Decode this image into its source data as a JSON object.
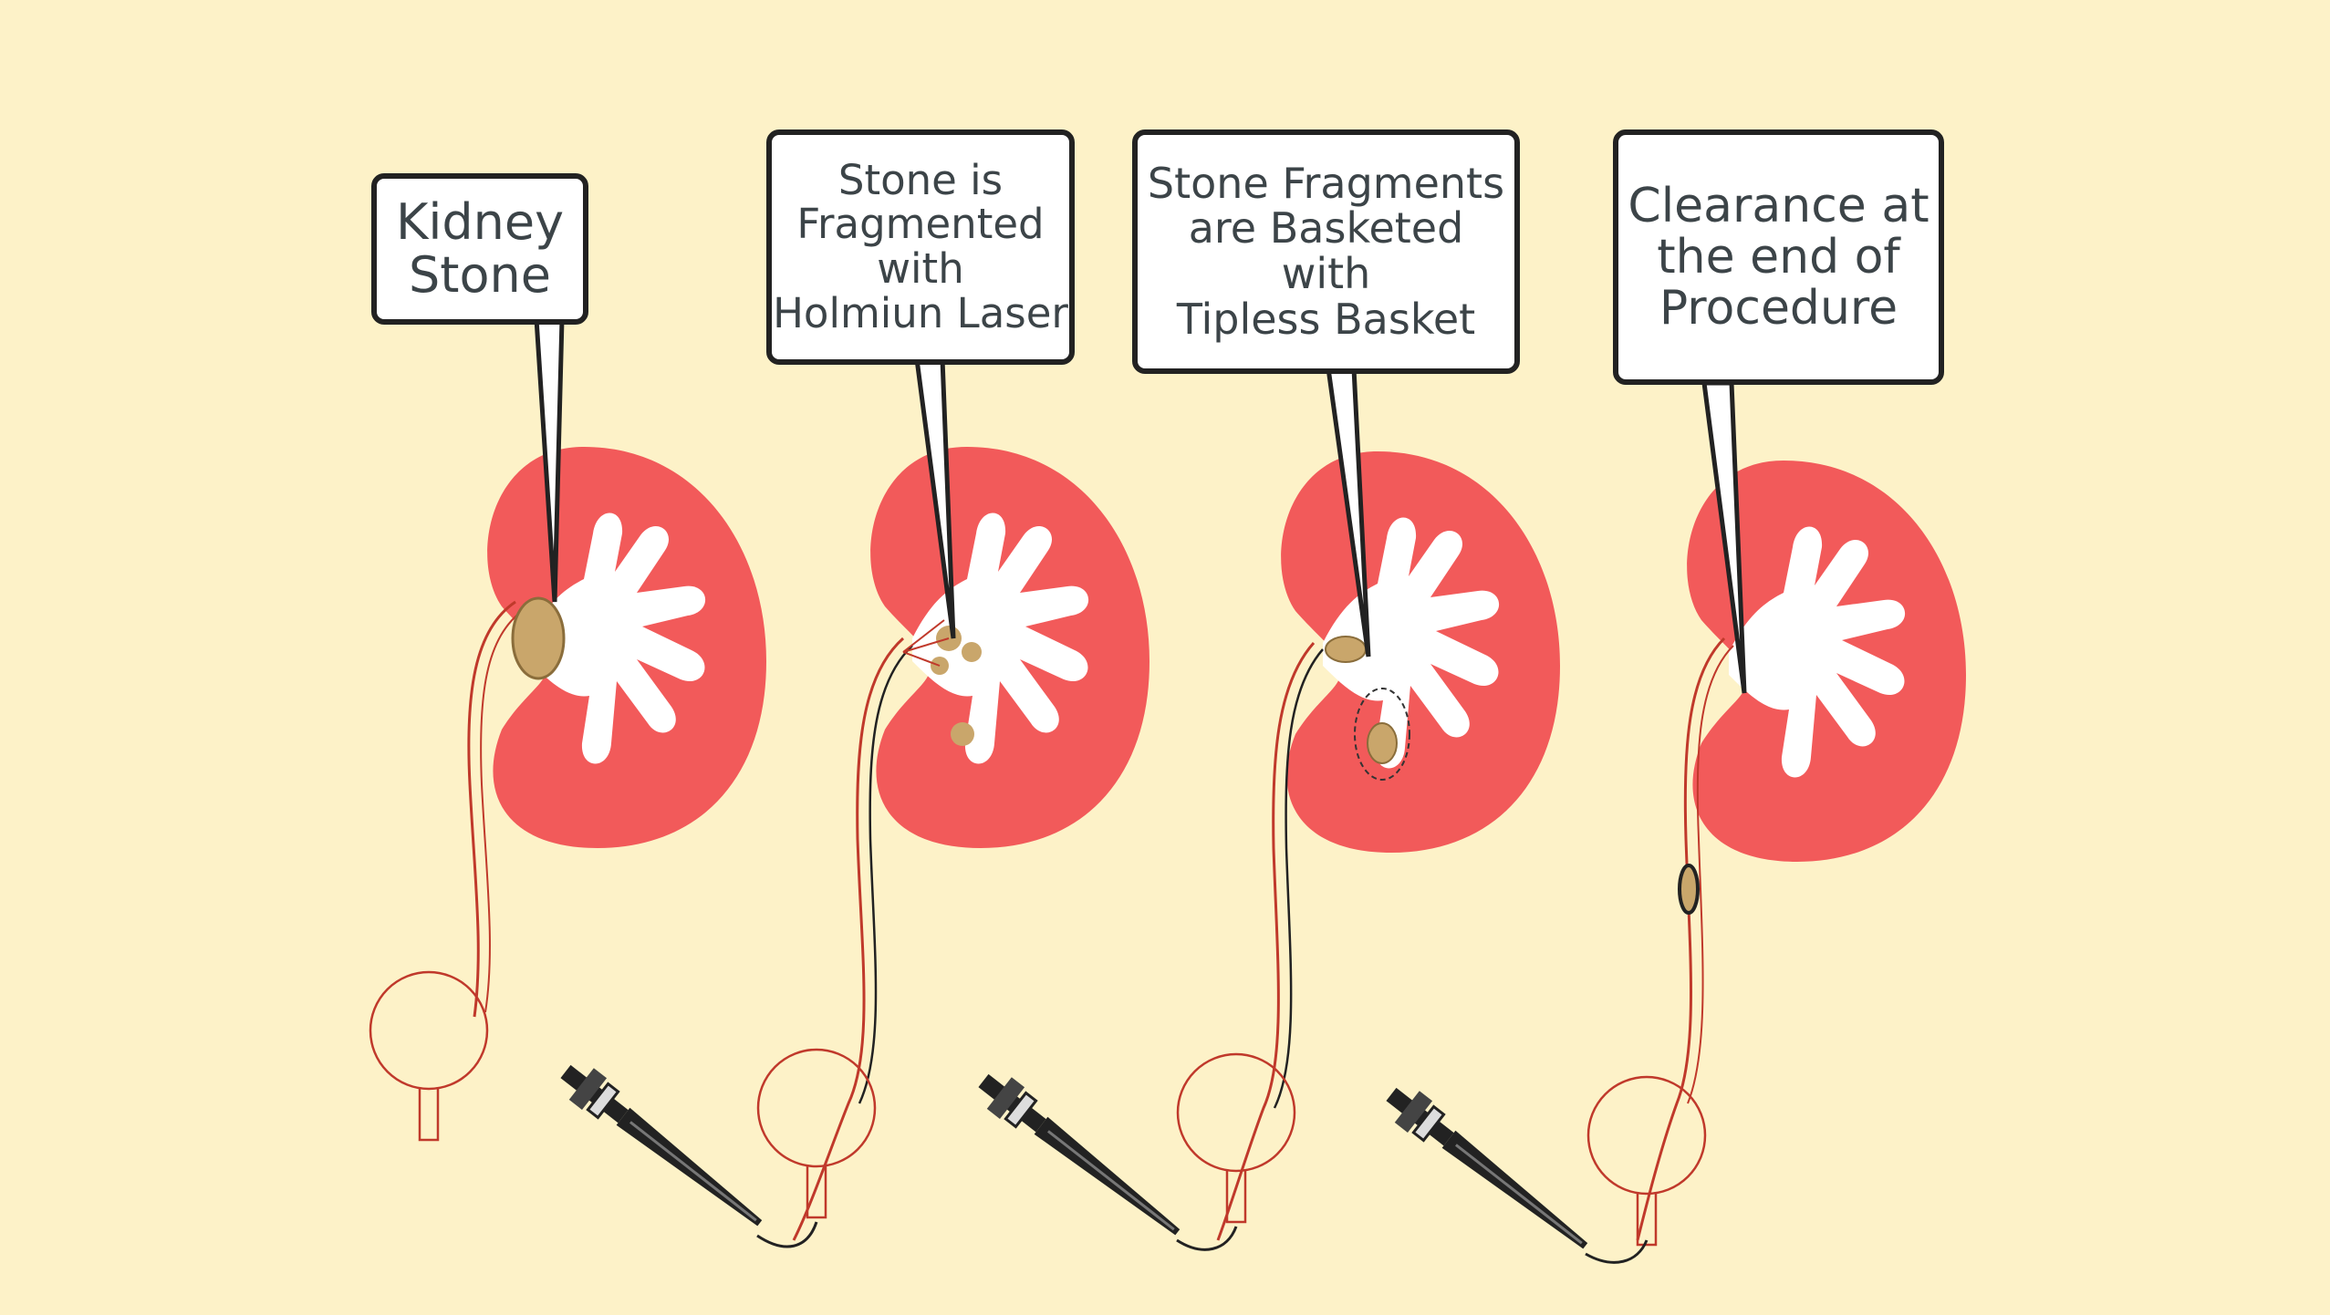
{
  "colors": {
    "background": "#fdf2c8",
    "kidney": "#f25a5a",
    "calyx": "#ffffff",
    "stone": "#c9a66b",
    "outline": "#222222",
    "label_text": "#3c4448"
  },
  "stages": [
    {
      "label_lines": [
        "Kidney",
        "Stone"
      ]
    },
    {
      "label_lines": [
        "Stone is",
        "Fragmented",
        "with",
        "Holmiun Laser"
      ]
    },
    {
      "label_lines": [
        "Stone Fragments",
        "are Basketed",
        "with",
        "Tipless Basket"
      ]
    },
    {
      "label_lines": [
        "Clearance at",
        "the end of",
        "Procedure"
      ]
    }
  ]
}
